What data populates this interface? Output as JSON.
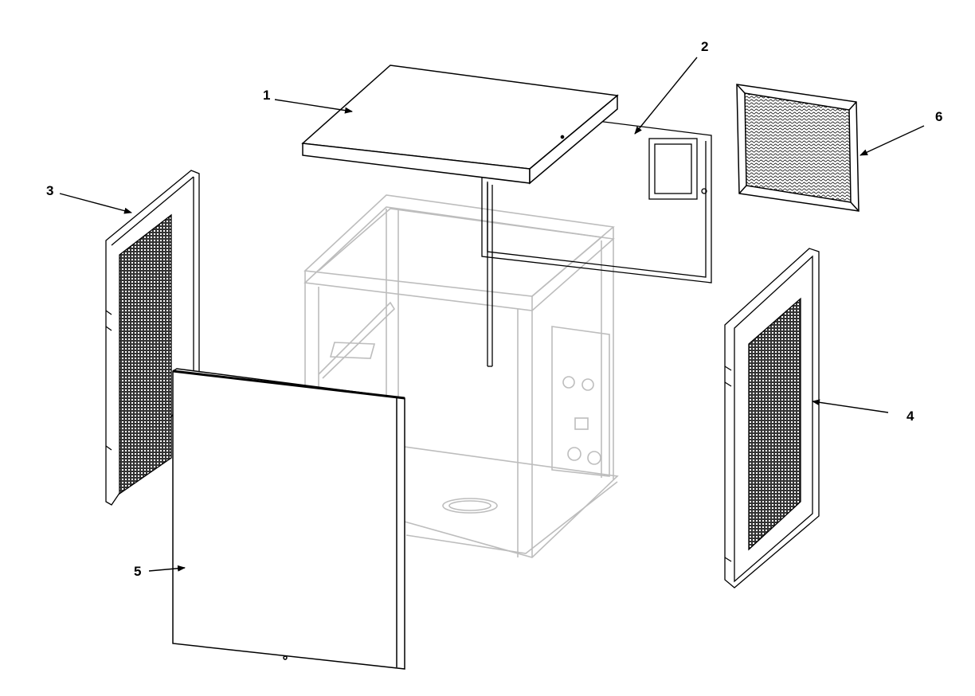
{
  "callouts": [
    {
      "id": "1",
      "label": "1"
    },
    {
      "id": "2",
      "label": "2"
    },
    {
      "id": "3",
      "label": "3"
    },
    {
      "id": "4",
      "label": "4"
    },
    {
      "id": "5",
      "label": "5"
    },
    {
      "id": "6",
      "label": "6"
    }
  ],
  "colors": {
    "line": "#000000",
    "frame": "#bdbdbd",
    "background": "#ffffff"
  }
}
